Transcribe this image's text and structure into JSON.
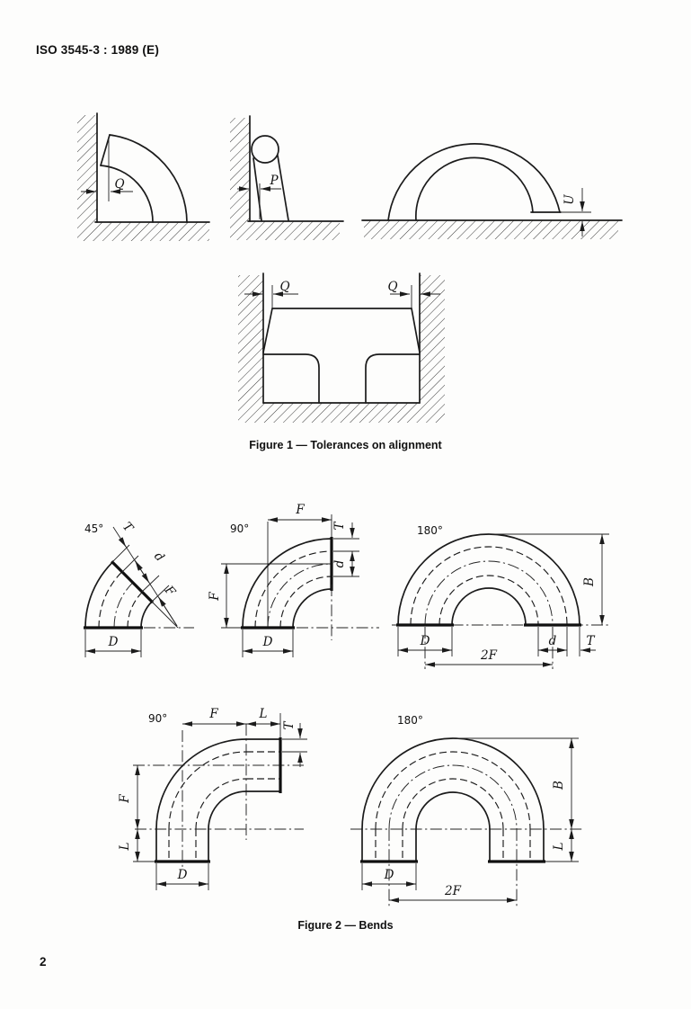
{
  "header": {
    "doc_ref": "ISO 3545-3 : 1989 (E)"
  },
  "page": {
    "number": "2"
  },
  "figure1": {
    "caption": "Figure 1 — Tolerances on alignment",
    "elbow_at_wall": {
      "q": "Q"
    },
    "pipe_at_wall": {
      "p": "P"
    },
    "bend_on_floor": {
      "u": "U"
    },
    "tee_between_walls": {
      "q_left": "Q",
      "q_right": "Q"
    }
  },
  "figure2": {
    "caption": "Figure 2 — Bends",
    "elbow_45": {
      "angle": "45°",
      "t": "T",
      "d": "d",
      "f": "F",
      "D": "D"
    },
    "elbow_90": {
      "angle": "90°",
      "f_top": "F",
      "t": "T",
      "d": "d",
      "f_left": "F",
      "D": "D"
    },
    "bend_180": {
      "angle": "180°",
      "b": "B",
      "D": "D",
      "d": "d",
      "t": "T",
      "f2": "2F"
    },
    "bend_90_legs": {
      "angle": "90°",
      "f_top": "F",
      "l_top": "L",
      "t": "T",
      "f_left": "F",
      "l_left": "L",
      "D": "D"
    },
    "bend_180_legs": {
      "angle": "180°",
      "b": "B",
      "l": "L",
      "D": "D",
      "f2": "2F"
    }
  }
}
